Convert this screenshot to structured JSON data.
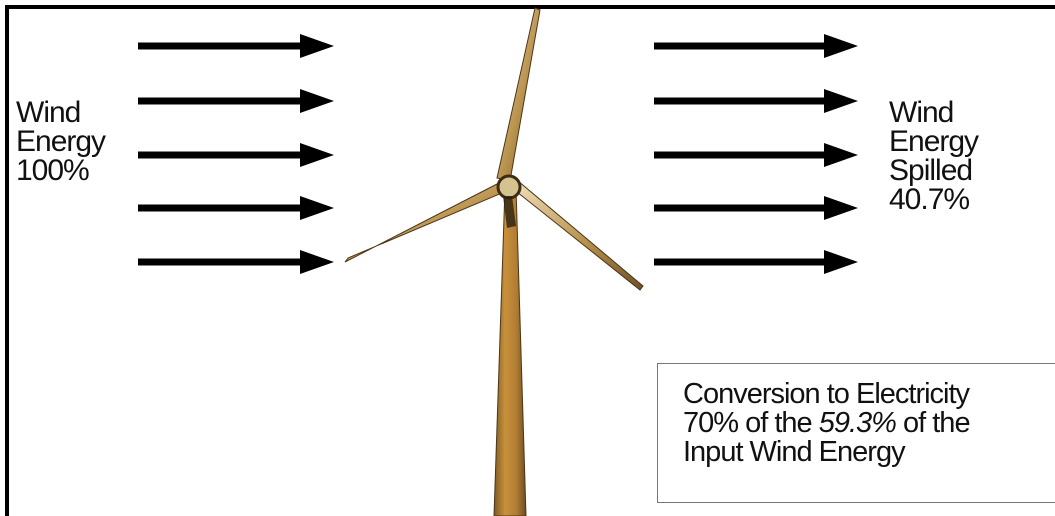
{
  "left_label": {
    "line1": "Wind",
    "line2": "Energy",
    "line3": "100%"
  },
  "right_label": {
    "line1": "Wind",
    "line2": "Energy",
    "line3": "Spilled",
    "line4": "40.7%"
  },
  "conversion_box": {
    "line1": "Conversion to Electricity",
    "line2_prefix": "70% of the ",
    "line2_emphasis": "59.3%",
    "line2_suffix": " of the",
    "line3": "Input Wind Energy"
  },
  "colors": {
    "arrow": "#000000",
    "tower": "#c7923e",
    "blade": "#d8bf8c",
    "outline": "#5a4322"
  }
}
